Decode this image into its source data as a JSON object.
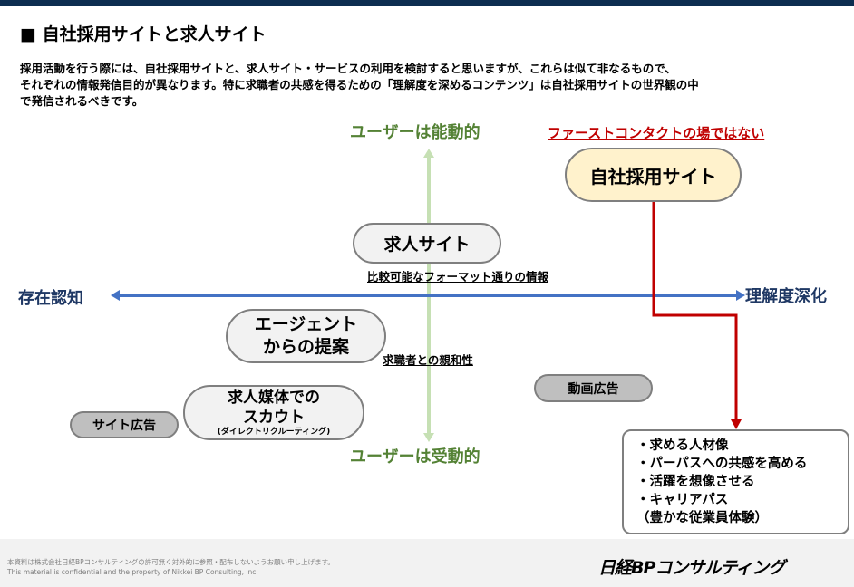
{
  "title": "■ 自社採用サイトと求人サイト",
  "body_lines": [
    "採用活動を行う際には、自社採用サイトと、求人サイト・サービスの利用を検討すると思いますが、これらは似て非なるもので、",
    "それぞれの情報発信目的が異なります。特に求職者の共感を得るための「理解度を深めるコンテンツ」は自社採用サイトの世界観の中",
    "で発信されるべきです。"
  ],
  "axes": {
    "top": "ユーザーは能動的",
    "bottom": "ユーザーは受動的",
    "left": "存在認知",
    "right": "理解度深化"
  },
  "red_note": "ファーストコンタクトの場ではない",
  "nodes": {
    "own_site": "自社採用サイト",
    "job_site": "求人サイト",
    "job_site_note": "比較可能なフォーマット通りの情報",
    "agent_l1": "エージェント",
    "agent_l2": "からの提案",
    "agent_note": "求職者との親和性",
    "scout_l1": "求人媒体での",
    "scout_l2": "スカウト",
    "scout_sub": "(ダイレクトリクルーティング)",
    "site_ad": "サイト広告",
    "video_ad": "動画広告"
  },
  "list": [
    "・求める人材像",
    "・パーパスへの共感を高める",
    "・活躍を想像させる",
    "・キャリアパス",
    "（豊かな従業員体験）"
  ],
  "footer": {
    "jp": "本資料は株式会社日経BPコンサルティングの許可無く対外的に参照・配布しないようお願い申し上げます。",
    "en": "This material is confidential and the property of  Nikkei BP Consulting, Inc.",
    "logo": "日経BPコンサルティング"
  },
  "colors": {
    "green": "#548235",
    "blue": "#4472c4",
    "red": "#c00000",
    "navy": "#1f3864"
  }
}
